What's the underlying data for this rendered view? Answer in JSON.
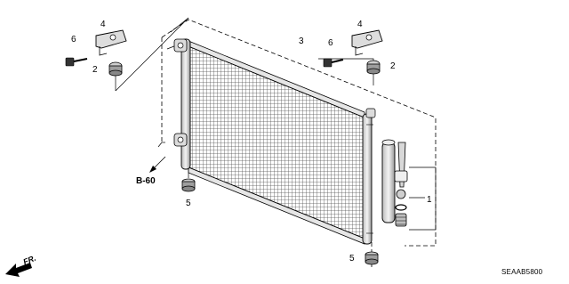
{
  "diagram": {
    "callouts": {
      "condenser": "3",
      "receiver_parts": "1",
      "nut_left": "2",
      "nut_right": "2",
      "bracket_left": "4",
      "bracket_right": "4",
      "bolt_left": "6",
      "bolt_right": "6",
      "cushion_left": "5",
      "cushion_bottom": "5"
    },
    "reference_label": "B-60",
    "front_indicator": "FR.",
    "drawing_code": "SEAAB5800"
  }
}
